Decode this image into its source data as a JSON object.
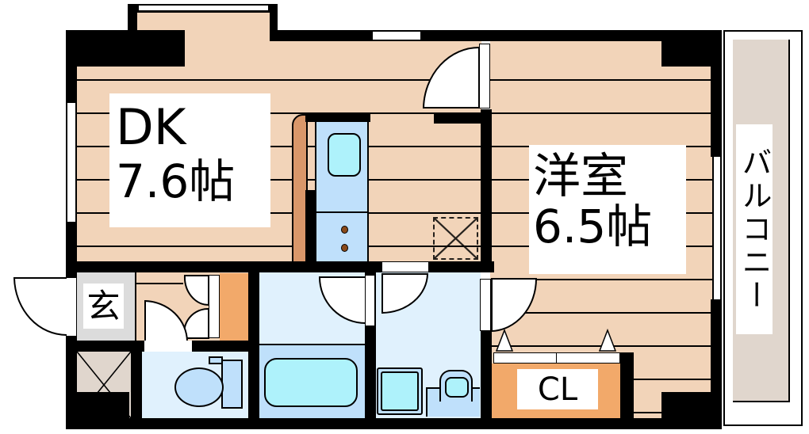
{
  "floorplan": {
    "colors": {
      "wood_floor": "#f2d4b9",
      "wet_area": "#e0f1fd",
      "bath_blue": "#bfe0fb",
      "tub_cyan": "#aef2fb",
      "closet_orange": "#f2a96a",
      "counter_brown": "#d9976a",
      "balcony_gray": "#e0d6cd",
      "entrance_gray": "#dcdcdc",
      "wall": "#000000"
    },
    "rooms": {
      "dk": {
        "name": "DK",
        "size": "7.6帖"
      },
      "western": {
        "name": "洋室",
        "size": "6.5帖"
      },
      "entrance": {
        "name": "玄"
      },
      "closet": {
        "name": "CL"
      },
      "balcony": {
        "name": "バルコニー"
      }
    }
  }
}
